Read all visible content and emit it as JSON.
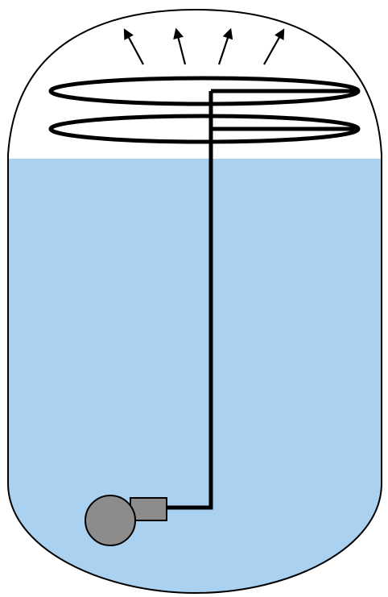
{
  "diagram": {
    "colors": {
      "background": "#ffffff",
      "liquid": "#abd1f0",
      "outline": "#000000",
      "pump_fill": "#8c8c8c",
      "arrow": "#000000"
    },
    "components": [
      "vessel",
      "liquid",
      "spray-ring",
      "vertical-pipe",
      "pump",
      "upward-arrows"
    ],
    "spray_ring_turns": 2,
    "arrow_count": 4
  }
}
